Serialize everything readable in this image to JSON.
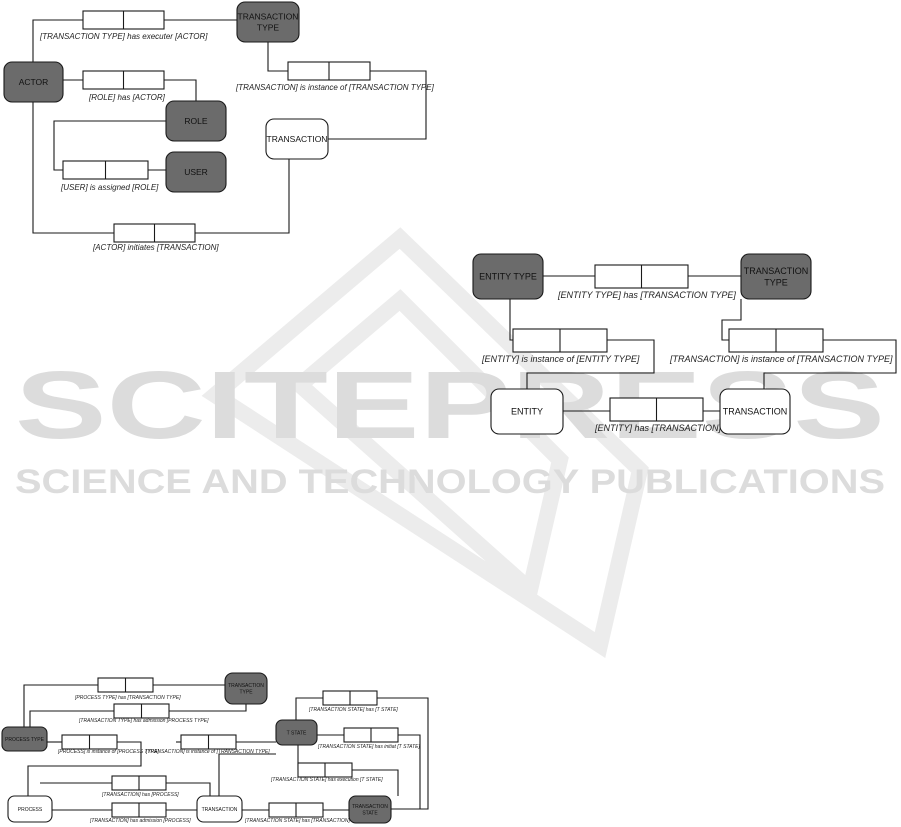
{
  "watermark": {
    "main": "SCITEPRESS",
    "sub": "SCIENCE AND TECHNOLOGY PUBLICATIONS"
  },
  "diagrams": [
    {
      "id": "d1",
      "entities": [
        {
          "id": "transaction-type",
          "label": "TRANSACTION\nTYPE",
          "dark": true
        },
        {
          "id": "actor",
          "label": "ACTOR",
          "dark": true
        },
        {
          "id": "role",
          "label": "ROLE",
          "dark": true
        },
        {
          "id": "user",
          "label": "USER",
          "dark": true
        },
        {
          "id": "transaction",
          "label": "TRANSACTION",
          "dark": false
        }
      ],
      "relations": [
        {
          "id": "r1",
          "label": "[TRANSACTION TYPE] has executer [ACTOR]"
        },
        {
          "id": "r2",
          "label": "[TRANSACTION] is instance of [TRANSACTION TYPE]"
        },
        {
          "id": "r3",
          "label": "[ROLE] has [ACTOR]"
        },
        {
          "id": "r4",
          "label": "[USER] is assigned [ROLE]"
        },
        {
          "id": "r5",
          "label": "[ACTOR] initiates [TRANSACTION]"
        }
      ]
    },
    {
      "id": "d2",
      "entities": [
        {
          "id": "entity-type",
          "label": "ENTITY TYPE",
          "dark": true
        },
        {
          "id": "transaction-type",
          "label": "TRANSACTION\nTYPE",
          "dark": true
        },
        {
          "id": "entity",
          "label": "ENTITY",
          "dark": false
        },
        {
          "id": "transaction",
          "label": "TRANSACTION",
          "dark": false
        }
      ],
      "relations": [
        {
          "id": "r1",
          "label": "[ENTITY TYPE] has [TRANSACTION TYPE]"
        },
        {
          "id": "r2",
          "label": "[ENTITY] is instance of [ENTITY TYPE]"
        },
        {
          "id": "r3",
          "label": "[TRANSACTION] is instance of [TRANSACTION TYPE]"
        },
        {
          "id": "r4",
          "label": "[ENTITY] has [TRANSACTION]"
        }
      ]
    },
    {
      "id": "d3",
      "entities": [
        {
          "id": "transaction-type",
          "label": "TRANSACTION\nTYPE",
          "dark": true
        },
        {
          "id": "process-type",
          "label": "PROCESS TYPE",
          "dark": true
        },
        {
          "id": "t-state",
          "label": "T STATE",
          "dark": true
        },
        {
          "id": "process",
          "label": "PROCESS",
          "dark": false
        },
        {
          "id": "transaction",
          "label": "TRANSACTION",
          "dark": false
        },
        {
          "id": "transaction-state",
          "label": "TRANSACTION\nSTATE",
          "dark": true
        }
      ],
      "relations": [
        {
          "id": "r1",
          "label": "[PROCESS TYPE] has [TRANSACTION TYPE]"
        },
        {
          "id": "r2",
          "label": "[TRANSACTION TYPE] has admission [PROCESS TYPE]"
        },
        {
          "id": "r3",
          "label": "[PROCESS] is instance of [PROCESS TYPE]"
        },
        {
          "id": "r4",
          "label": "[TRANSACTION] is instance of [TRANSACTION TYPE]"
        },
        {
          "id": "r5",
          "label": "[TRANSACTION STATE] has [T STATE]"
        },
        {
          "id": "r6",
          "label": "[TRANSACTION STATE] has initiat [T STATE]"
        },
        {
          "id": "r7",
          "label": "[TRANSACTION STATE] has execution [T STATE]"
        },
        {
          "id": "r8",
          "label": "[TRANSACTION] has [PROCESS]"
        },
        {
          "id": "r9",
          "label": "[TRANSACTION] has admission [PROCESS]"
        },
        {
          "id": "r10",
          "label": "[TRANSACTION STATE] has [TRANSACTION]"
        }
      ]
    }
  ]
}
